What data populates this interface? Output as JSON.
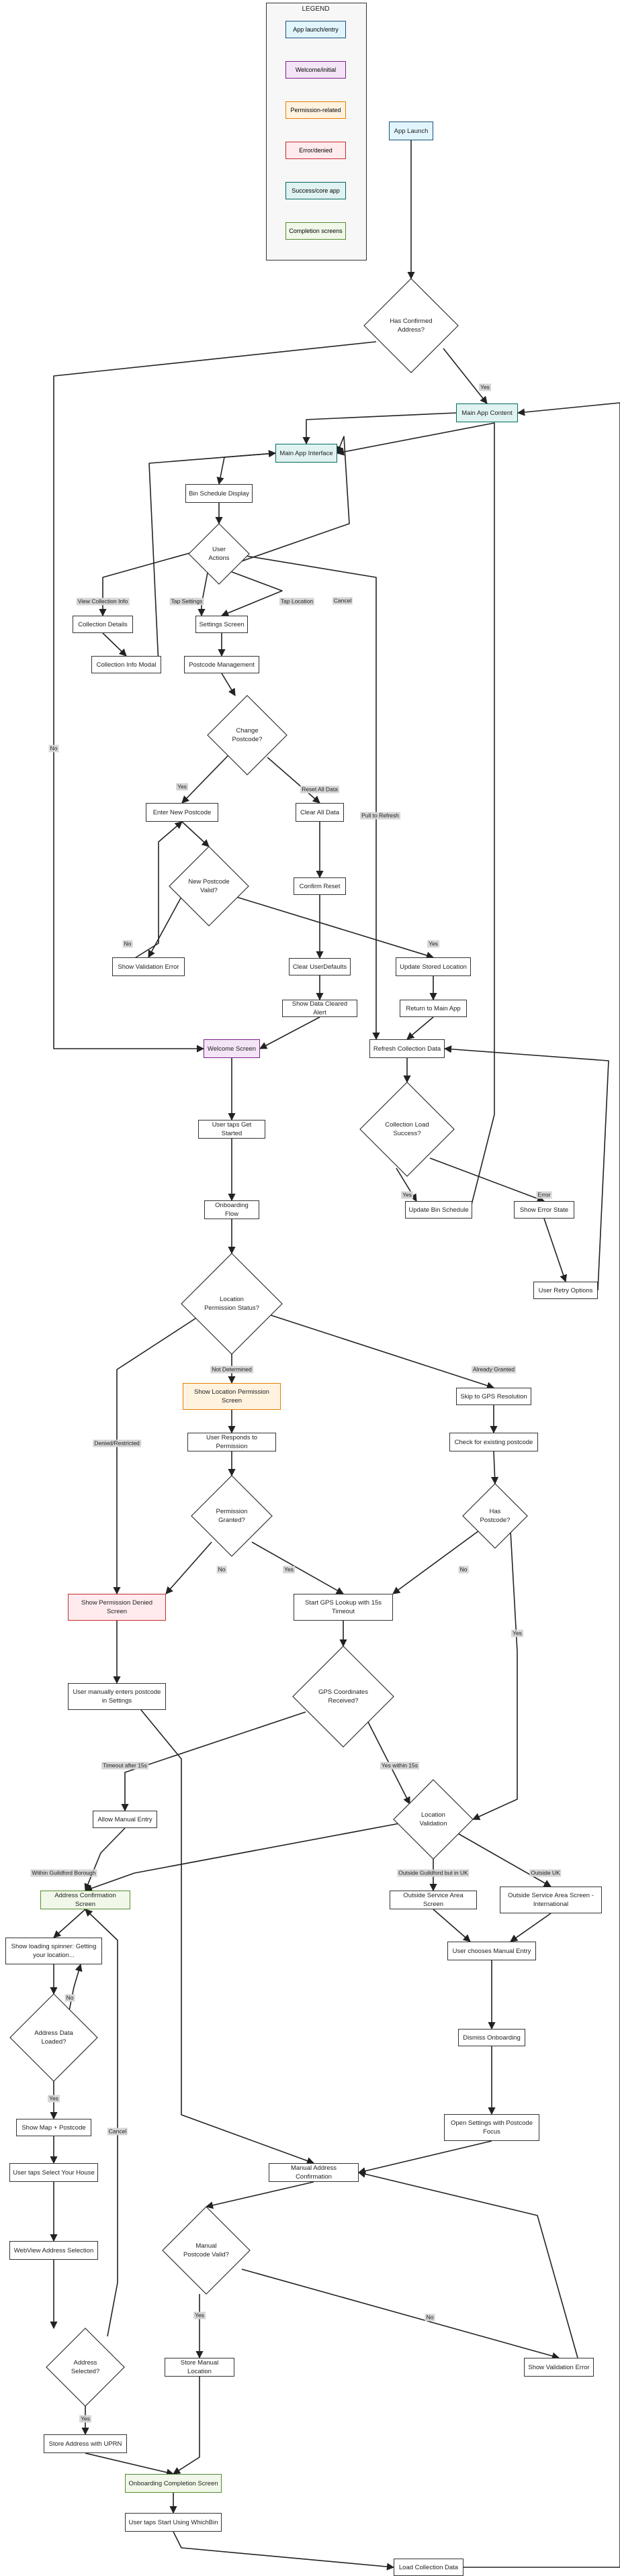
{
  "legend": {
    "title": "LEGEND",
    "items": [
      {
        "id": "launch",
        "label": "App launch/entry",
        "fill": "#e1f5fe",
        "stroke": "#1a4f7a"
      },
      {
        "id": "welcome",
        "label": "Welcome/initial",
        "fill": "#f3e5f5",
        "stroke": "#7b1f8a"
      },
      {
        "id": "permission",
        "label": "Permission-related",
        "fill": "#fff3e0",
        "stroke": "#e67e00"
      },
      {
        "id": "error",
        "label": "Error/denied",
        "fill": "#ffebee",
        "stroke": "#c62828"
      },
      {
        "id": "success",
        "label": "Success/core app",
        "fill": "#e0f2f1",
        "stroke": "#00695c"
      },
      {
        "id": "completion",
        "label": "Completion screens",
        "fill": "#f1f8e9",
        "stroke": "#558b2f"
      }
    ]
  },
  "nodes": [
    {
      "id": "app_launch",
      "label": "App Launch",
      "shape": "rect",
      "kind": "launch"
    },
    {
      "id": "has_confirmed",
      "label": "Has Confirmed Address?",
      "shape": "diamond"
    },
    {
      "id": "main_app_content",
      "label": "Main App Content",
      "shape": "rect",
      "kind": "success"
    },
    {
      "id": "main_app_interface",
      "label": "Main App Interface",
      "shape": "rect",
      "kind": "success"
    },
    {
      "id": "bin_schedule",
      "label": "Bin Schedule Display",
      "shape": "rect"
    },
    {
      "id": "user_actions",
      "label": "User Actions",
      "shape": "diamond"
    },
    {
      "id": "collection_details",
      "label": "Collection Details",
      "shape": "rect"
    },
    {
      "id": "settings_screen",
      "label": "Settings Screen",
      "shape": "rect"
    },
    {
      "id": "collection_info_modal",
      "label": "Collection Info Modal",
      "shape": "rect"
    },
    {
      "id": "postcode_mgmt",
      "label": "Postcode Management",
      "shape": "rect"
    },
    {
      "id": "change_postcode",
      "label": "Change Postcode?",
      "shape": "diamond"
    },
    {
      "id": "enter_new_postcode",
      "label": "Enter New Postcode",
      "shape": "rect"
    },
    {
      "id": "clear_all_data",
      "label": "Clear All Data",
      "shape": "rect"
    },
    {
      "id": "new_postcode_valid",
      "label": "New Postcode Valid?",
      "shape": "diamond"
    },
    {
      "id": "confirm_reset",
      "label": "Confirm Reset",
      "shape": "rect"
    },
    {
      "id": "show_validation_error_1",
      "label": "Show Validation Error",
      "shape": "rect"
    },
    {
      "id": "clear_userdefaults",
      "label": "Clear UserDefaults",
      "shape": "rect"
    },
    {
      "id": "update_stored_location",
      "label": "Update Stored Location",
      "shape": "rect"
    },
    {
      "id": "show_data_cleared",
      "label": "Show Data Cleared Alert",
      "shape": "rect"
    },
    {
      "id": "return_main_app",
      "label": "Return to Main App",
      "shape": "rect"
    },
    {
      "id": "welcome_screen",
      "label": "Welcome Screen",
      "shape": "rect",
      "kind": "welcome"
    },
    {
      "id": "refresh_collection",
      "label": "Refresh Collection Data",
      "shape": "rect"
    },
    {
      "id": "user_taps_get_started",
      "label": "User taps Get Started",
      "shape": "rect"
    },
    {
      "id": "collection_load_success",
      "label": "Collection Load Success?",
      "shape": "diamond"
    },
    {
      "id": "onboarding_flow",
      "label": "Onboarding Flow",
      "shape": "rect"
    },
    {
      "id": "update_bin_schedule",
      "label": "Update Bin Schedule",
      "shape": "rect"
    },
    {
      "id": "show_error_state",
      "label": "Show Error State",
      "shape": "rect"
    },
    {
      "id": "user_retry",
      "label": "User Retry Options",
      "shape": "rect"
    },
    {
      "id": "location_permission_status",
      "label": "Location Permission Status?",
      "shape": "diamond"
    },
    {
      "id": "show_location_permission",
      "label": "Show Location Permission Screen",
      "shape": "rect",
      "kind": "permission"
    },
    {
      "id": "skip_gps",
      "label": "Skip to GPS Resolution",
      "shape": "rect"
    },
    {
      "id": "user_responds",
      "label": "User Responds to Permission",
      "shape": "rect"
    },
    {
      "id": "check_existing_postcode",
      "label": "Check for existing postcode",
      "shape": "rect"
    },
    {
      "id": "permission_granted",
      "label": "Permission Granted?",
      "shape": "diamond"
    },
    {
      "id": "has_postcode",
      "label": "Has Postcode?",
      "shape": "diamond"
    },
    {
      "id": "show_permission_denied",
      "label": "Show Permission Denied Screen",
      "shape": "rect",
      "kind": "error"
    },
    {
      "id": "start_gps",
      "label": "Start GPS Lookup with 15s Timeout",
      "shape": "rect"
    },
    {
      "id": "user_manually_enters",
      "label": "User manually enters postcode in Settings",
      "shape": "rect"
    },
    {
      "id": "gps_received",
      "label": "GPS Coordinates Received?",
      "shape": "diamond"
    },
    {
      "id": "allow_manual_entry",
      "label": "Allow Manual Entry",
      "shape": "rect"
    },
    {
      "id": "location_validation",
      "label": "Location Validation",
      "shape": "diamond"
    },
    {
      "id": "address_confirmation",
      "label": "Address Confirmation Screen",
      "shape": "rect",
      "kind": "completion"
    },
    {
      "id": "outside_service_area",
      "label": "Outside Service Area Screen",
      "shape": "rect"
    },
    {
      "id": "outside_service_intl",
      "label": "Outside Service Area Screen - International",
      "shape": "rect"
    },
    {
      "id": "show_loading_spinner",
      "label": "Show loading spinner: Getting your location...",
      "shape": "rect"
    },
    {
      "id": "user_chooses_manual",
      "label": "User chooses Manual Entry",
      "shape": "rect"
    },
    {
      "id": "address_data_loaded",
      "label": "Address Data Loaded?",
      "shape": "diamond"
    },
    {
      "id": "dismiss_onboarding",
      "label": "Dismiss Onboarding",
      "shape": "rect"
    },
    {
      "id": "show_map_postcode",
      "label": "Show Map + Postcode",
      "shape": "rect"
    },
    {
      "id": "open_settings_focus",
      "label": "Open Settings with Postcode Focus",
      "shape": "rect"
    },
    {
      "id": "user_taps_select_house",
      "label": "User taps Select Your House",
      "shape": "rect"
    },
    {
      "id": "manual_address_confirmation",
      "label": "Manual Address Confirmation",
      "shape": "rect"
    },
    {
      "id": "manual_postcode_valid",
      "label": "Manual Postcode Valid?",
      "shape": "diamond"
    },
    {
      "id": "webview_address",
      "label": "WebView Address Selection",
      "shape": "rect"
    },
    {
      "id": "address_selected",
      "label": "Address Selected?",
      "shape": "diamond"
    },
    {
      "id": "store_manual_location",
      "label": "Store Manual Location",
      "shape": "rect"
    },
    {
      "id": "show_validation_error_2",
      "label": "Show Validation Error",
      "shape": "rect"
    },
    {
      "id": "store_address_uprn",
      "label": "Store Address with UPRN",
      "shape": "rect"
    },
    {
      "id": "onboarding_completion",
      "label": "Onboarding Completion Screen",
      "shape": "rect",
      "kind": "completion"
    },
    {
      "id": "user_taps_start",
      "label": "User taps Start Using WhichBin",
      "shape": "rect"
    },
    {
      "id": "load_collection_data",
      "label": "Load Collection Data",
      "shape": "rect"
    }
  ],
  "edges": [
    {
      "from": "app_launch",
      "to": "has_confirmed",
      "label": ""
    },
    {
      "from": "has_confirmed",
      "to": "main_app_content",
      "label": "Yes"
    },
    {
      "from": "has_confirmed",
      "to": "welcome_screen",
      "label": "No"
    },
    {
      "from": "main_app_content",
      "to": "main_app_interface",
      "label": ""
    },
    {
      "from": "main_app_interface",
      "to": "bin_schedule",
      "label": ""
    },
    {
      "from": "bin_schedule",
      "to": "user_actions",
      "label": ""
    },
    {
      "from": "user_actions",
      "to": "collection_details",
      "label": "View Collection Info"
    },
    {
      "from": "user_actions",
      "to": "settings_screen",
      "label": "Tap Settings"
    },
    {
      "from": "user_actions",
      "to": "settings_screen",
      "label": "Tap Location"
    },
    {
      "from": "user_actions",
      "to": "main_app_interface",
      "label": "Cancel"
    },
    {
      "from": "user_actions",
      "to": "refresh_collection",
      "label": "Pull to Refresh"
    },
    {
      "from": "collection_details",
      "to": "collection_info_modal",
      "label": ""
    },
    {
      "from": "collection_info_modal",
      "to": "main_app_interface",
      "label": ""
    },
    {
      "from": "settings_screen",
      "to": "postcode_mgmt",
      "label": ""
    },
    {
      "from": "postcode_mgmt",
      "to": "change_postcode",
      "label": ""
    },
    {
      "from": "change_postcode",
      "to": "enter_new_postcode",
      "label": "Yes"
    },
    {
      "from": "change_postcode",
      "to": "clear_all_data",
      "label": "Reset All Data"
    },
    {
      "from": "enter_new_postcode",
      "to": "new_postcode_valid",
      "label": ""
    },
    {
      "from": "new_postcode_valid",
      "to": "show_validation_error_1",
      "label": "No"
    },
    {
      "from": "new_postcode_valid",
      "to": "update_stored_location",
      "label": "Yes"
    },
    {
      "from": "show_validation_error_1",
      "to": "enter_new_postcode",
      "label": ""
    },
    {
      "from": "clear_all_data",
      "to": "confirm_reset",
      "label": ""
    },
    {
      "from": "confirm_reset",
      "to": "clear_userdefaults",
      "label": ""
    },
    {
      "from": "clear_userdefaults",
      "to": "show_data_cleared",
      "label": ""
    },
    {
      "from": "show_data_cleared",
      "to": "welcome_screen",
      "label": ""
    },
    {
      "from": "update_stored_location",
      "to": "return_main_app",
      "label": ""
    },
    {
      "from": "return_main_app",
      "to": "refresh_collection",
      "label": ""
    },
    {
      "from": "refresh_collection",
      "to": "collection_load_success",
      "label": ""
    },
    {
      "from": "collection_load_success",
      "to": "update_bin_schedule",
      "label": "Yes"
    },
    {
      "from": "collection_load_success",
      "to": "show_error_state",
      "label": "Error"
    },
    {
      "from": "update_bin_schedule",
      "to": "main_app_interface",
      "label": ""
    },
    {
      "from": "show_error_state",
      "to": "user_retry",
      "label": ""
    },
    {
      "from": "user_retry",
      "to": "refresh_collection",
      "label": ""
    },
    {
      "from": "welcome_screen",
      "to": "user_taps_get_started",
      "label": ""
    },
    {
      "from": "user_taps_get_started",
      "to": "onboarding_flow",
      "label": ""
    },
    {
      "from": "onboarding_flow",
      "to": "location_permission_status",
      "label": ""
    },
    {
      "from": "location_permission_status",
      "to": "show_location_permission",
      "label": "Not Determined"
    },
    {
      "from": "location_permission_status",
      "to": "skip_gps",
      "label": "Already Granted"
    },
    {
      "from": "location_permission_status",
      "to": "show_permission_denied",
      "label": "Denied/Restricted"
    },
    {
      "from": "show_location_permission",
      "to": "user_responds",
      "label": ""
    },
    {
      "from": "user_responds",
      "to": "permission_granted",
      "label": ""
    },
    {
      "from": "permission_granted",
      "to": "show_permission_denied",
      "label": "No"
    },
    {
      "from": "permission_granted",
      "to": "start_gps",
      "label": "Yes"
    },
    {
      "from": "skip_gps",
      "to": "check_existing_postcode",
      "label": ""
    },
    {
      "from": "check_existing_postcode",
      "to": "has_postcode",
      "label": ""
    },
    {
      "from": "has_postcode",
      "to": "start_gps",
      "label": "No"
    },
    {
      "from": "has_postcode",
      "to": "location_validation",
      "label": "Yes"
    },
    {
      "from": "show_permission_denied",
      "to": "user_manually_enters",
      "label": ""
    },
    {
      "from": "user_manually_enters",
      "to": "manual_address_confirmation",
      "label": ""
    },
    {
      "from": "start_gps",
      "to": "gps_received",
      "label": ""
    },
    {
      "from": "gps_received",
      "to": "allow_manual_entry",
      "label": "Timeout after 15s"
    },
    {
      "from": "gps_received",
      "to": "location_validation",
      "label": "Yes within 15s"
    },
    {
      "from": "allow_manual_entry",
      "to": "address_confirmation",
      "label": ""
    },
    {
      "from": "location_validation",
      "to": "address_confirmation",
      "label": "Within Guildford Borough"
    },
    {
      "from": "location_validation",
      "to": "outside_service_area",
      "label": "Outside Guildford but in UK"
    },
    {
      "from": "location_validation",
      "to": "outside_service_intl",
      "label": "Outside UK"
    },
    {
      "from": "address_confirmation",
      "to": "show_loading_spinner",
      "label": ""
    },
    {
      "from": "show_loading_spinner",
      "to": "address_data_loaded",
      "label": ""
    },
    {
      "from": "address_data_loaded",
      "to": "show_loading_spinner",
      "label": "No"
    },
    {
      "from": "address_data_loaded",
      "to": "show_map_postcode",
      "label": "Yes"
    },
    {
      "from": "outside_service_area",
      "to": "user_chooses_manual",
      "label": ""
    },
    {
      "from": "outside_service_intl",
      "to": "user_chooses_manual",
      "label": ""
    },
    {
      "from": "user_chooses_manual",
      "to": "dismiss_onboarding",
      "label": ""
    },
    {
      "from": "dismiss_onboarding",
      "to": "open_settings_focus",
      "label": ""
    },
    {
      "from": "open_settings_focus",
      "to": "manual_address_confirmation",
      "label": ""
    },
    {
      "from": "show_map_postcode",
      "to": "user_taps_select_house",
      "label": ""
    },
    {
      "from": "user_taps_select_house",
      "to": "webview_address",
      "label": ""
    },
    {
      "from": "webview_address",
      "to": "address_selected",
      "label": ""
    },
    {
      "from": "address_selected",
      "to": "store_address_uprn",
      "label": "Yes"
    },
    {
      "from": "address_selected",
      "to": "address_confirmation",
      "label": "Cancel"
    },
    {
      "from": "manual_address_confirmation",
      "to": "manual_postcode_valid",
      "label": ""
    },
    {
      "from": "manual_postcode_valid",
      "to": "store_manual_location",
      "label": "Yes"
    },
    {
      "from": "manual_postcode_valid",
      "to": "show_validation_error_2",
      "label": "No"
    },
    {
      "from": "show_validation_error_2",
      "to": "manual_address_confirmation",
      "label": ""
    },
    {
      "from": "store_manual_location",
      "to": "onboarding_completion",
      "label": ""
    },
    {
      "from": "store_address_uprn",
      "to": "onboarding_completion",
      "label": ""
    },
    {
      "from": "onboarding_completion",
      "to": "user_taps_start",
      "label": ""
    },
    {
      "from": "user_taps_start",
      "to": "load_collection_data",
      "label": ""
    },
    {
      "from": "load_collection_data",
      "to": "main_app_content",
      "label": ""
    }
  ]
}
